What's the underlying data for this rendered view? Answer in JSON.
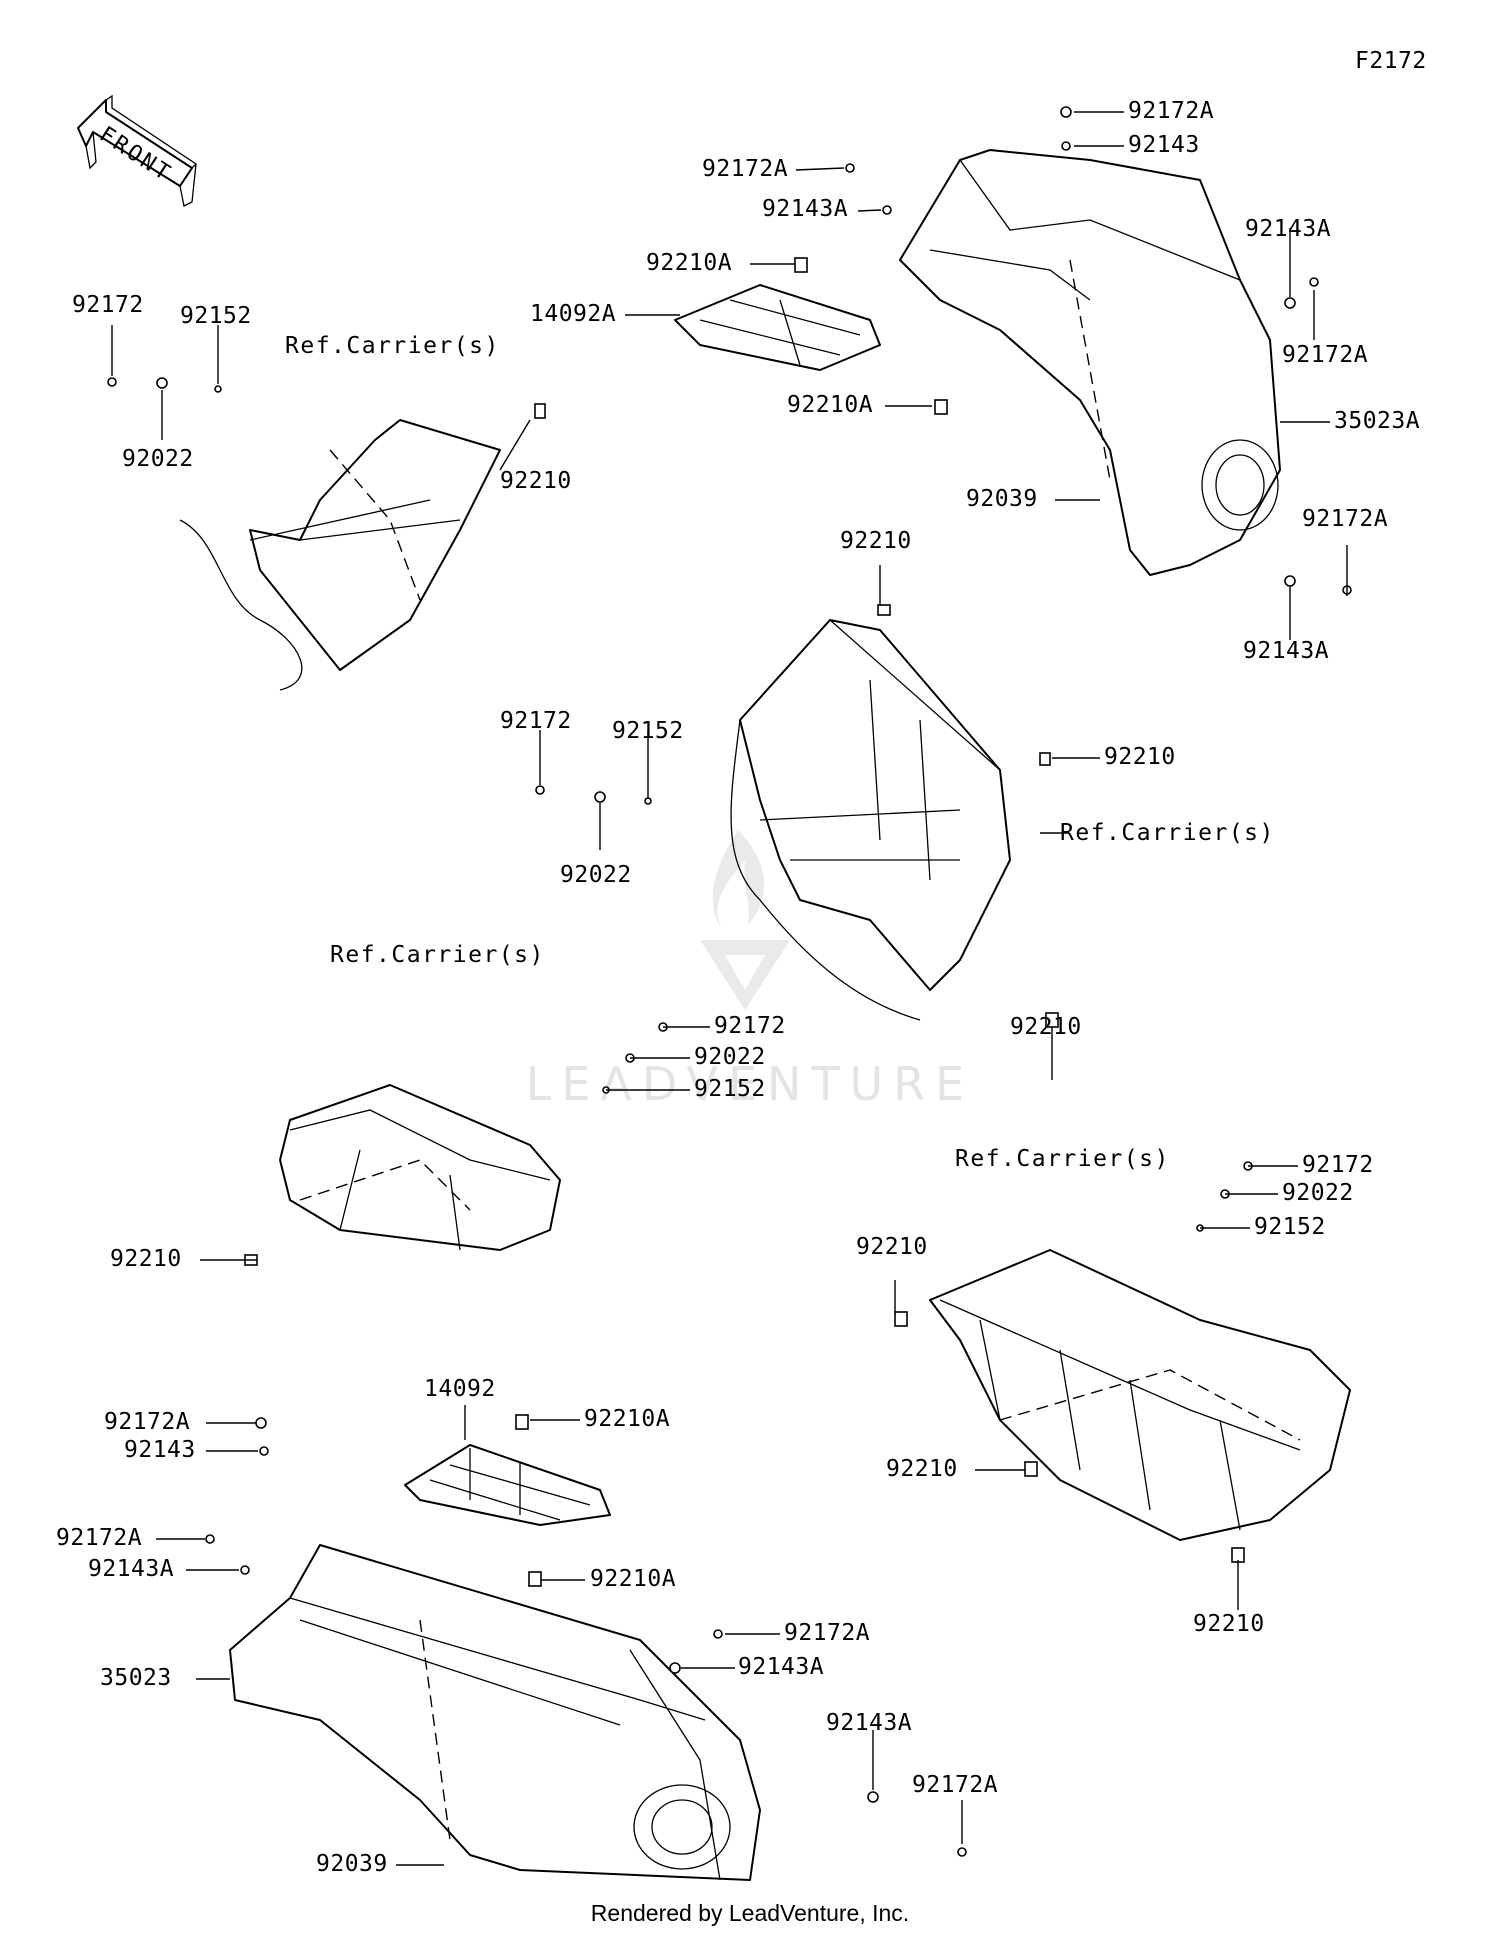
{
  "diagram_code": "F2172",
  "front_arrow_label": "FRONT",
  "ref_label": "Ref.Carrier(s)",
  "watermark": "LEADVENTURE",
  "footer": "Rendered by LeadVenture, Inc.",
  "labels": {
    "l_92172a_top": "92172A",
    "l_92143_top": "92143",
    "l_92172a_ul": "92172A",
    "l_92143a_ul": "92143A",
    "l_92210a_ul": "92210A",
    "l_14092a": "14092A",
    "l_92210a_mid": "92210A",
    "l_92143a_r1": "92143A",
    "l_92172a_r1": "92172A",
    "l_35023a": "35023A",
    "l_92039_top": "92039",
    "l_92172a_r2": "92172A",
    "l_92143a_r2": "92143A",
    "l_92172_a1": "92172",
    "l_92152_a1": "92152",
    "l_92022_a1": "92022",
    "l_92210_a1": "92210",
    "l_92210_b_top": "92210",
    "l_92172_b": "92172",
    "l_92152_b": "92152",
    "l_92022_b": "92022",
    "l_92210_b_r": "92210",
    "l_92210_b_bot": "92210",
    "l_92172_c": "92172",
    "l_92022_c": "92022",
    "l_92152_c": "92152",
    "l_92210_c": "92210",
    "l_92172_d": "92172",
    "l_92022_d": "92022",
    "l_92152_d": "92152",
    "l_92210_d1": "92210",
    "l_92210_d2": "92210",
    "l_92210_d3": "92210",
    "l_14092": "14092",
    "l_92210a_bot1": "92210A",
    "l_92172a_bl1": "92172A",
    "l_92143_bl": "92143",
    "l_92172a_bl2": "92172A",
    "l_92143a_bl": "92143A",
    "l_92210a_bot2": "92210A",
    "l_35023": "35023",
    "l_92172a_br1": "92172A",
    "l_92143a_br1": "92143A",
    "l_92143a_br2": "92143A",
    "l_92172a_br2": "92172A",
    "l_92039_bot": "92039"
  }
}
